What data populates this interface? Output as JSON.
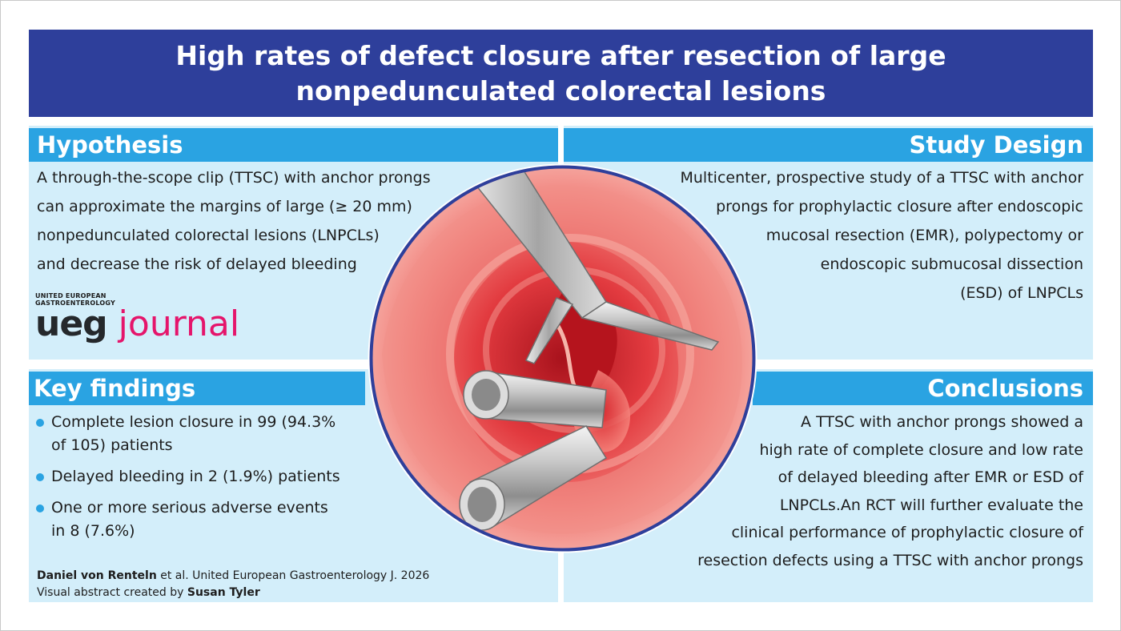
{
  "title": {
    "line1": "High rates of defect closure after resection of large",
    "line2": "nonpedunculated colorectal lesions"
  },
  "hypothesis": {
    "heading": "Hypothesis",
    "lines": [
      "A through-the-scope clip (TTSC) with anchor prongs",
      "can approximate the margins of large (≥ 20 mm)",
      "nonpedunculated colorectal lesions (LNPCLs)",
      "and decrease the risk of delayed bleeding"
    ]
  },
  "logo": {
    "small_line1": "UNITED EUROPEAN",
    "small_line2": "GASTROENTEROLOGY",
    "ueg": "ueg",
    "journal": "journal"
  },
  "study_design": {
    "heading": "Study Design",
    "lines": [
      "Multicenter, prospective study of a TTSC with anchor",
      "prongs for prophylactic closure after endoscopic",
      "mucosal resection (EMR), polypectomy or",
      "endoscopic submucosal dissection",
      "(ESD) of LNPCLs"
    ]
  },
  "key_findings": {
    "heading": "Key findings",
    "items": [
      [
        "Complete lesion closure in 99 (94.3%",
        "of 105) patients"
      ],
      [
        "Delayed bleeding in 2 (1.9%) patients"
      ],
      [
        "One or more serious adverse events",
        "in 8 (7.6%)"
      ]
    ]
  },
  "citation": {
    "author": "Daniel von Renteln",
    "ref": " et al. United European Gastroenterology J. 2026",
    "created_prefix": "Visual abstract created by ",
    "creator": "Susan Tyler"
  },
  "conclusions": {
    "heading": "Conclusions",
    "lines": [
      "A TTSC with anchor prongs showed a",
      "high rate of complete closure and low rate",
      "of delayed bleeding after EMR or ESD of",
      "LNPCLs.An RCT will further evaluate the",
      "clinical performance of prophylactic closure of",
      "resection defects using a TTSC with anchor prongs"
    ]
  },
  "colors": {
    "title_bg": "#2e3f9b",
    "heading_bg": "#2aa3e2",
    "panel_bg": "#d3eefa",
    "journal_pink": "#e5156b"
  }
}
